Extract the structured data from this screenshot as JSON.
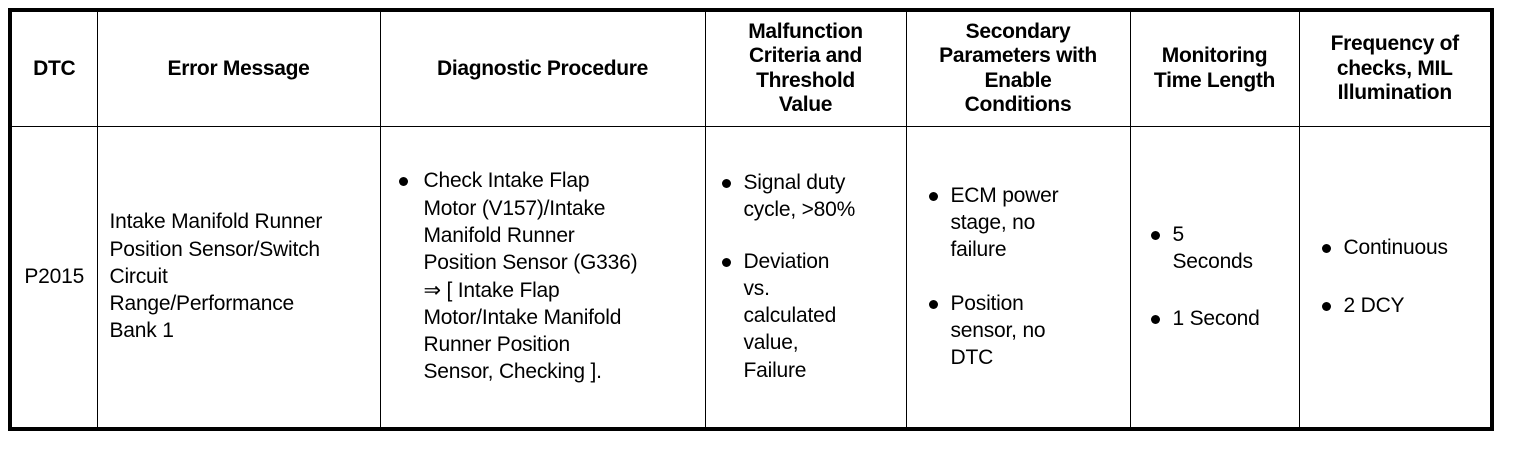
{
  "table": {
    "columns": [
      {
        "key": "dtc",
        "header": "DTC"
      },
      {
        "key": "err",
        "header": "Error Message"
      },
      {
        "key": "diag",
        "header": "Diagnostic Procedure"
      },
      {
        "key": "mal",
        "header": "Malfunction Criteria and Threshold Value"
      },
      {
        "key": "sec",
        "header": "Secondary Parameters with Enable Conditions"
      },
      {
        "key": "mon",
        "header": "Monitoring Time Length"
      },
      {
        "key": "freq",
        "header": "Frequency of checks, MIL Illumination"
      }
    ],
    "header_lines": {
      "dtc": [
        "DTC"
      ],
      "err": [
        "Error Message"
      ],
      "diag": [
        "Diagnostic Procedure"
      ],
      "mal": [
        "Malfunction",
        "Criteria and",
        "Threshold",
        "Value"
      ],
      "sec": [
        "Secondary",
        "Parameters with",
        "Enable",
        "Conditions"
      ],
      "mon": [
        "Monitoring",
        "Time Length"
      ],
      "freq": [
        "Frequency of",
        "checks, MIL",
        "Illumination"
      ]
    },
    "rows": [
      {
        "dtc": "P2015",
        "error_message_lines": [
          "Intake Manifold Runner",
          "Position Sensor/Switch",
          "Circuit",
          "Range/Performance",
          "Bank 1"
        ],
        "diagnostic_procedure": [
          [
            "Check Intake Flap",
            "Motor (V157)/Intake",
            "Manifold Runner",
            "Position Sensor (G336)",
            "⇒ [ Intake Flap",
            "Motor/Intake Manifold",
            "Runner Position",
            "Sensor, Checking ]."
          ]
        ],
        "malfunction_criteria": [
          [
            "Signal duty",
            "cycle, >80%"
          ],
          [
            "Deviation",
            "vs.",
            "calculated",
            "value,",
            "Failure"
          ]
        ],
        "secondary_parameters": [
          [
            "ECM power",
            "stage, no",
            "failure"
          ],
          [
            "Position",
            "sensor, no",
            "DTC"
          ]
        ],
        "monitoring_time": [
          [
            "5",
            "Seconds"
          ],
          [
            "1 Second"
          ]
        ],
        "frequency_mil": [
          [
            "Continuous"
          ],
          [
            "2 DCY"
          ]
        ]
      }
    ]
  },
  "colors": {
    "border": "#000000",
    "text": "#000000",
    "background": "#ffffff"
  }
}
